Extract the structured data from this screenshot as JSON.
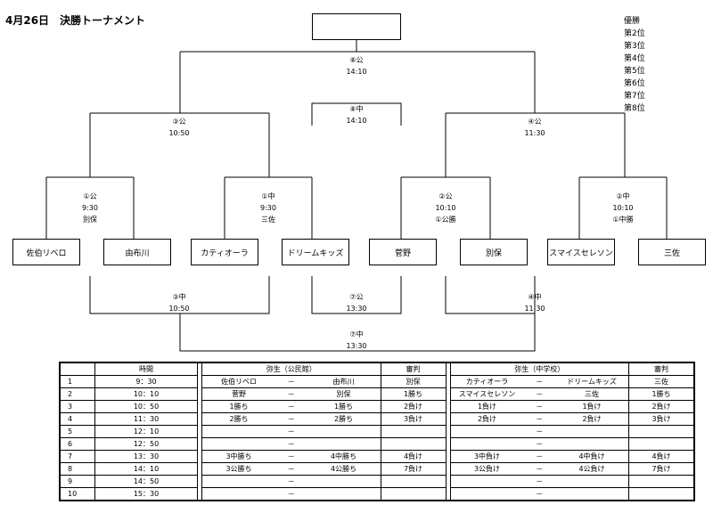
{
  "title": "4月26日　決勝トーナメント",
  "rankings": [
    "優勝",
    "第2位",
    "第3位",
    "第4位",
    "第5位",
    "第6位",
    "第7位",
    "第8位"
  ],
  "champion_box": "",
  "teams": [
    "佐伯リベロ",
    "由布川",
    "カティオーラ",
    "ドリームキッズ",
    "菅野",
    "別保",
    "スマイスセレソン",
    "三佐"
  ],
  "r1_top": [
    {
      "label": "①公",
      "time": "9:30",
      "note": "別保"
    },
    {
      "label": "①中",
      "time": "9:30",
      "note": "三佐"
    },
    {
      "label": "②公",
      "time": "10:10",
      "note": "①公勝"
    },
    {
      "label": "②中",
      "time": "10:10",
      "note": "①中勝"
    }
  ],
  "sf_top": [
    {
      "label": "③公",
      "time": "10:50"
    },
    {
      "label": "④公",
      "time": "11:30"
    }
  ],
  "final_top": {
    "label": "⑧公",
    "time": "14:10"
  },
  "third_place": {
    "label": "⑧中",
    "time": "14:10"
  },
  "bottom": {
    "left": {
      "label": "③中",
      "time": "10:50"
    },
    "mid": {
      "label": "⑦公",
      "time": "13:30"
    },
    "right": {
      "label": "④中",
      "time": "11:30"
    },
    "final": {
      "label": "⑦中",
      "time": "13:30"
    }
  },
  "schedule": {
    "headers": {
      "time": "時間",
      "kominkan": "弥生（公民館）",
      "referee": "審判",
      "school": "弥生（中学校）",
      "referee2": "審判"
    },
    "rows": [
      {
        "no": "1",
        "time": "9：30",
        "a1": "佐伯リベロ",
        "a2": "由布川",
        "ref1": "別保",
        "b1": "カティオーラ",
        "b2": "ドリームキッズ",
        "ref2": "三佐"
      },
      {
        "no": "2",
        "time": "10：10",
        "a1": "菅野",
        "a2": "別保",
        "ref1": "1勝ち",
        "b1": "スマイスセレソン",
        "b2": "三佐",
        "ref2": "1勝ち"
      },
      {
        "no": "3",
        "time": "10：50",
        "a1": "1勝ち",
        "a2": "1勝ち",
        "ref1": "2負け",
        "b1": "1負け",
        "b2": "1負け",
        "ref2": "2負け"
      },
      {
        "no": "4",
        "time": "11：30",
        "a1": "2勝ち",
        "a2": "2勝ち",
        "ref1": "3負け",
        "b1": "2負け",
        "b2": "2負け",
        "ref2": "3負け"
      },
      {
        "no": "5",
        "time": "12：10",
        "a1": "",
        "a2": "",
        "ref1": "",
        "b1": "",
        "b2": "",
        "ref2": ""
      },
      {
        "no": "6",
        "time": "12：50",
        "a1": "",
        "a2": "",
        "ref1": "",
        "b1": "",
        "b2": "",
        "ref2": ""
      },
      {
        "no": "7",
        "time": "13：30",
        "a1": "3中勝ち",
        "a2": "4中勝ち",
        "ref1": "4負け",
        "b1": "3中負け",
        "b2": "4中負け",
        "ref2": "4負け"
      },
      {
        "no": "8",
        "time": "14：10",
        "a1": "3公勝ち",
        "a2": "4公勝ち",
        "ref1": "7負け",
        "b1": "3公負け",
        "b2": "4公負け",
        "ref2": "7負け"
      },
      {
        "no": "9",
        "time": "14：50",
        "a1": "",
        "a2": "",
        "ref1": "",
        "b1": "",
        "b2": "",
        "ref2": ""
      },
      {
        "no": "10",
        "time": "15：30",
        "a1": "",
        "a2": "",
        "ref1": "",
        "b1": "",
        "b2": "",
        "ref2": ""
      }
    ],
    "dash": "－"
  }
}
